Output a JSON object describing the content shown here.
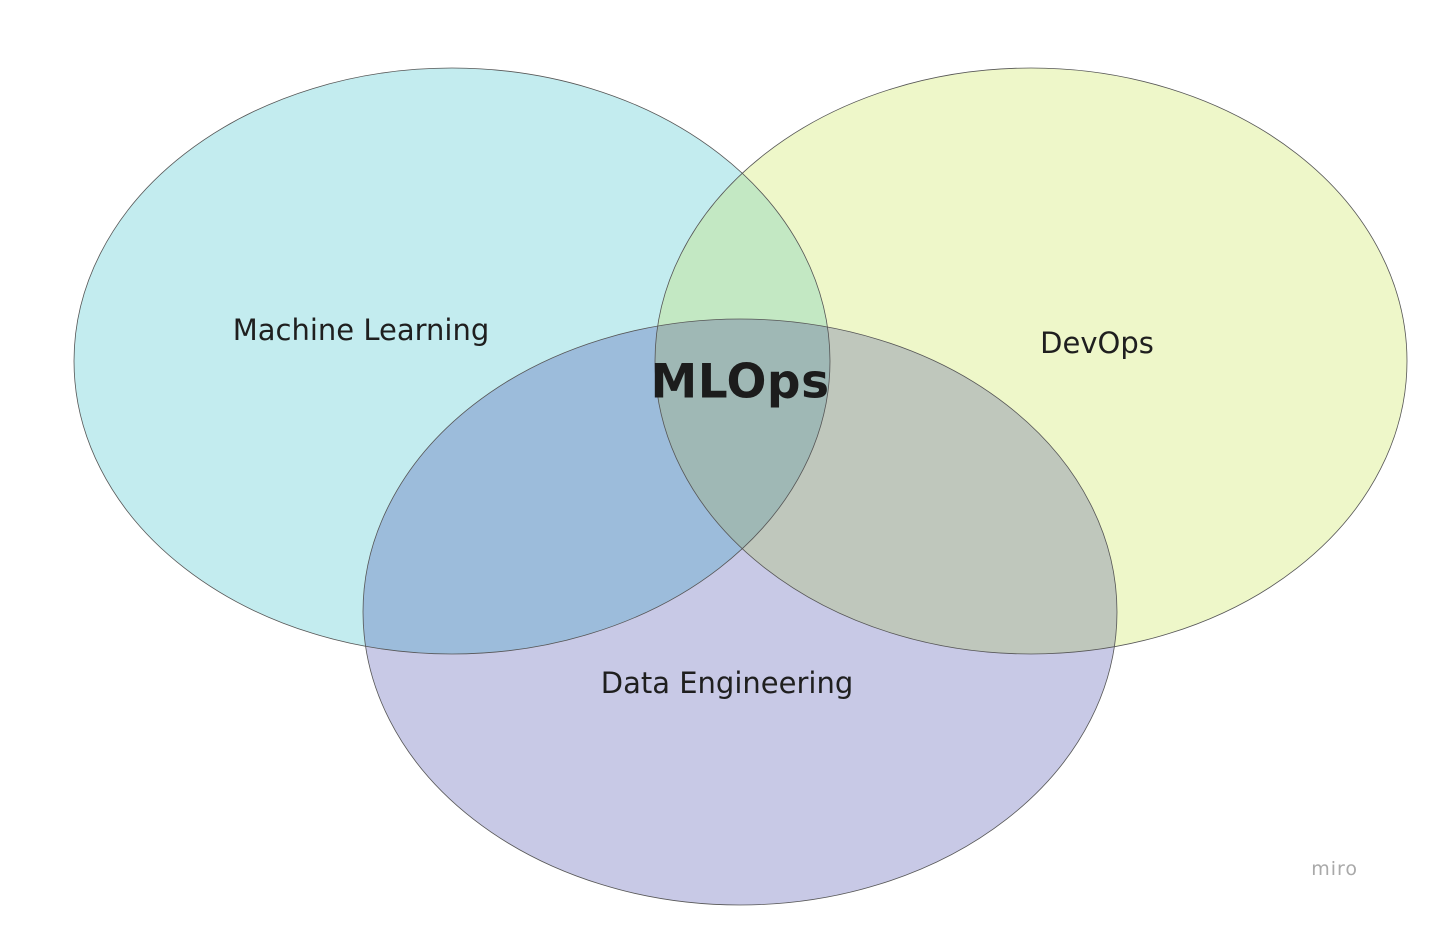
{
  "diagram": {
    "sets": [
      {
        "id": "ml",
        "label": "Machine Learning",
        "fill": "#c3ecef"
      },
      {
        "id": "devops",
        "label": "DevOps",
        "fill": "#eef7c9"
      },
      {
        "id": "de",
        "label": "Data Engineering",
        "fill": "#c8c9e6"
      }
    ],
    "intersections": {
      "ml_devops": "#c3e8c3",
      "ml_de": "#9cbcdb",
      "devops_de": "#bfc7bc",
      "all": "#9fb8b5"
    },
    "center_label": "MLOps",
    "outline_color": "#555555"
  },
  "watermark": "miro"
}
